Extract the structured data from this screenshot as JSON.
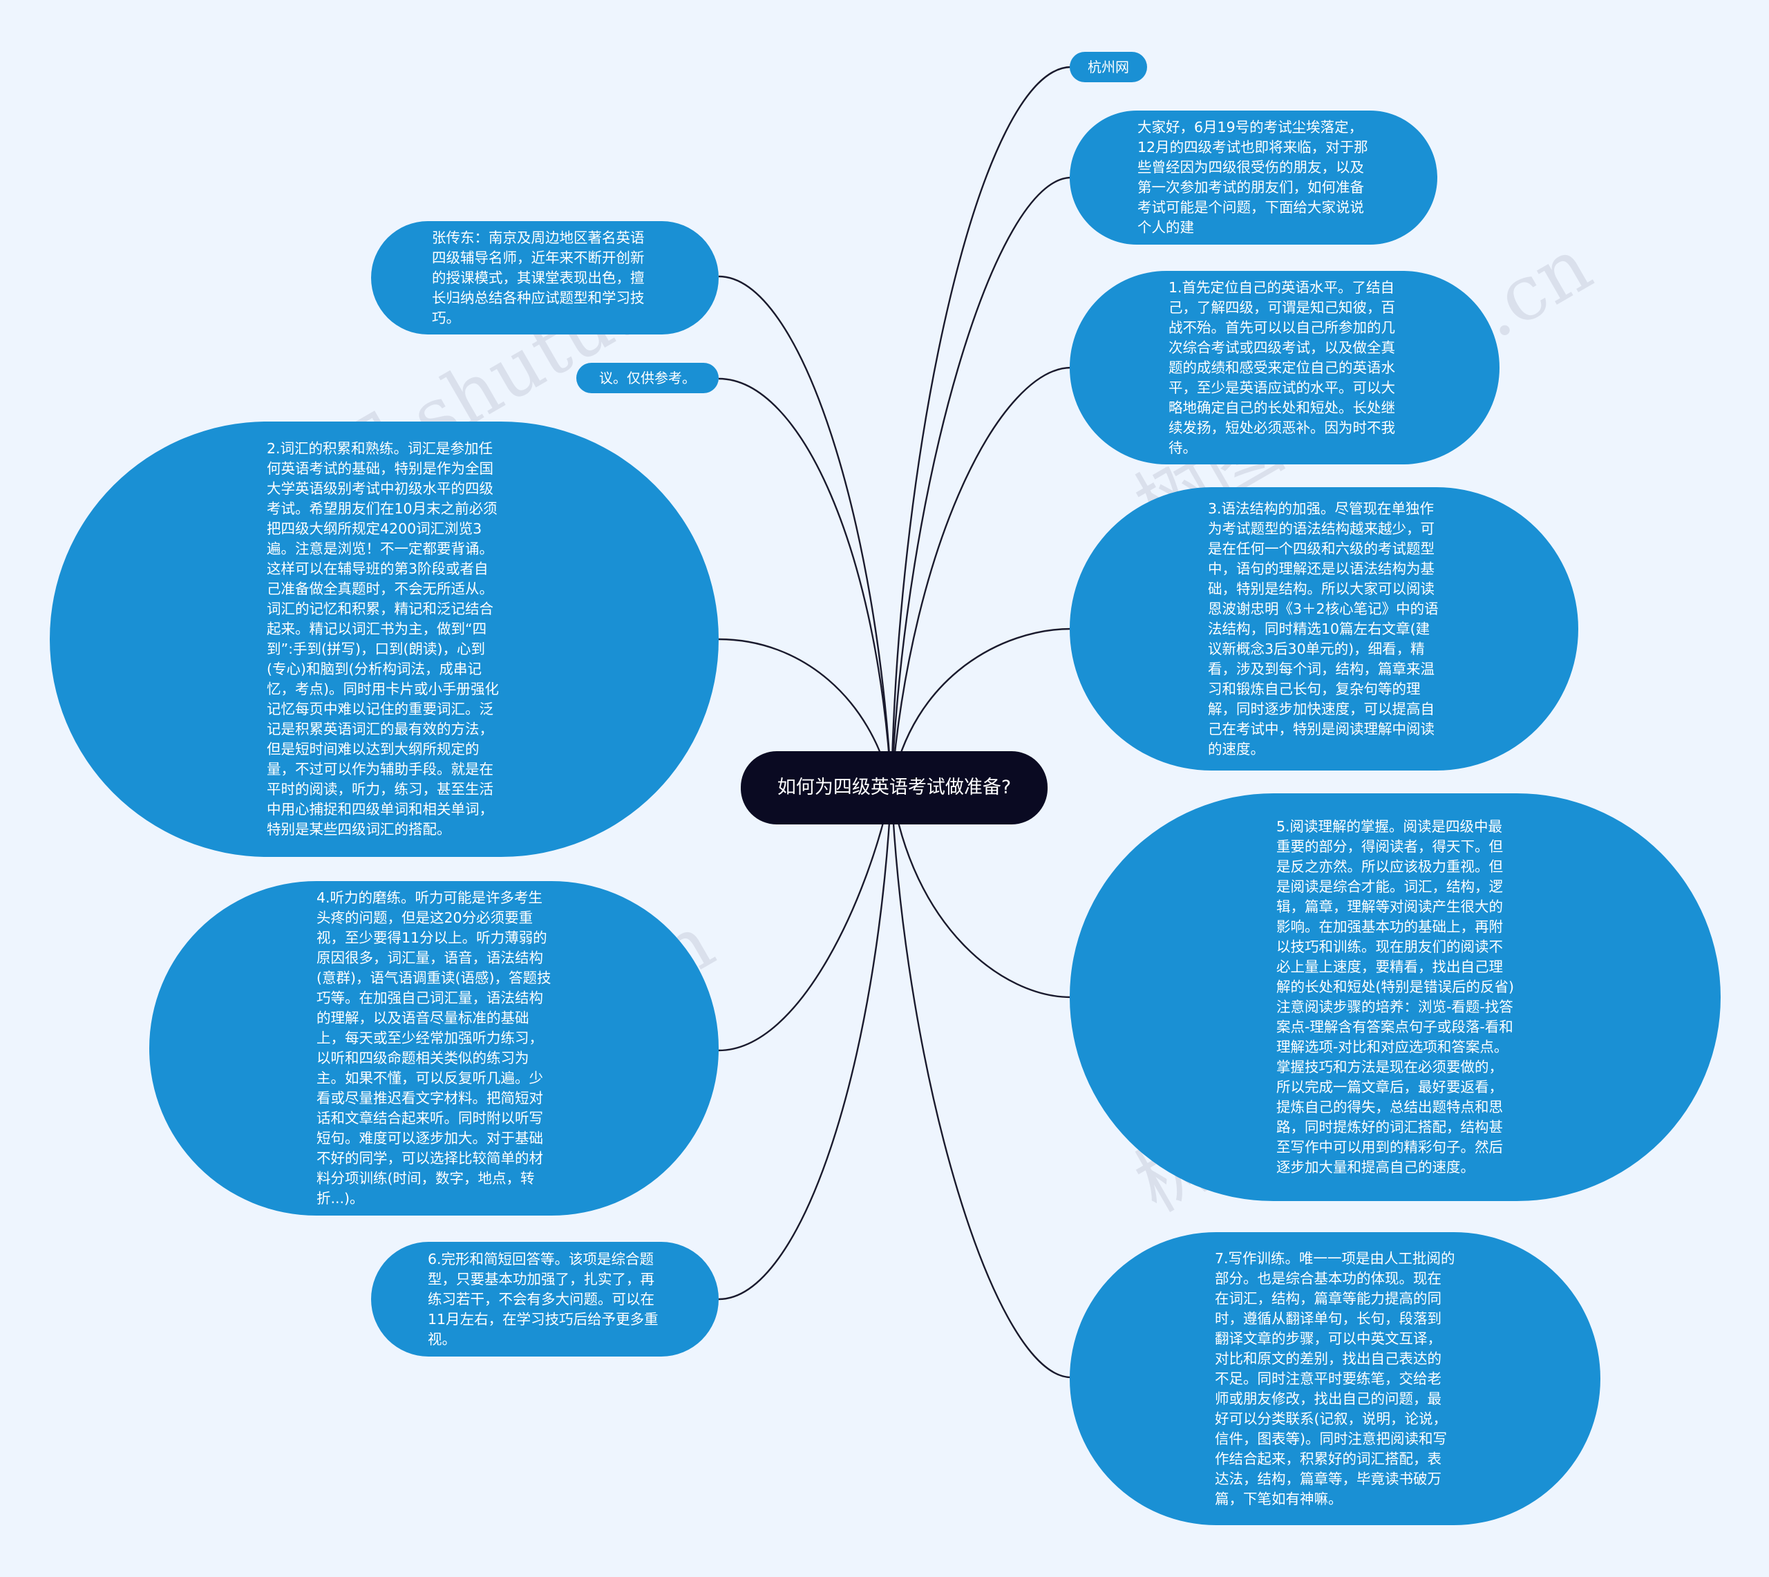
{
  "center": {
    "label": "如何为四级英语考试做准备?"
  },
  "colors": {
    "node_fill": "#1a90d4",
    "center_fill": "#0a0a22",
    "link": "#1b1b2e",
    "background": "#eef5fe"
  },
  "watermarks": [
    "树图 shutu.cn",
    "树图 shutu.cn",
    "树图 shutu.cn",
    "树图 shutu.cn"
  ],
  "right_nodes": [
    {
      "text": "杭州网"
    },
    {
      "text": "大家好，6月19号的考试尘埃落定，12月的四级考试也即将来临，对于那些曾经因为四级很受伤的朋友，以及第一次参加考试的朋友们，如何准备考试可能是个问题，下面给大家说说个人的建"
    },
    {
      "text": "1.首先定位自己的英语水平。了结自己，了解四级，可谓是知己知彼，百战不殆。首先可以以自己所参加的几次综合考试或四级考试，以及做全真题的成绩和感受来定位自己的英语水平，至少是英语应试的水平。可以大略地确定自己的长处和短处。长处继续发扬，短处必须恶补。因为时不我待。"
    },
    {
      "text": "3.语法结构的加强。尽管现在单独作为考试题型的语法结构越来越少，可是在任何一个四级和六级的考试题型中，语句的理解还是以语法结构为基础，特别是结构。所以大家可以阅读恩波谢忠明《3＋2核心笔记》中的语法结构，同时精选10篇左右文章(建议新概念3后30单元的)，细看，精看，涉及到每个词，结构，篇章来温习和锻炼自己长句，复杂句等的理解，同时逐步加快速度，可以提高自己在考试中，特别是阅读理解中阅读的速度。"
    },
    {
      "text": "5.阅读理解的掌握。阅读是四级中最重要的部分，得阅读者，得天下。但是反之亦然。所以应该极力重视。但是阅读是综合才能。词汇，结构，逻辑，篇章，理解等对阅读产生很大的影响。在加强基本功的基础上，再附以技巧和训练。现在朋友们的阅读不必上量上速度，要精看，找出自己理解的长处和短处(特别是错误后的反省)注意阅读步骤的培养：浏览-看题-找答案点-理解含有答案点句子或段落-看和理解选项-对比和对应选项和答案点。掌握技巧和方法是现在必须要做的，所以完成一篇文章后，最好要返看，提炼自己的得失，总结出题特点和思路，同时提炼好的词汇搭配，结构甚至写作中可以用到的精彩句子。然后逐步加大量和提高自己的速度。"
    },
    {
      "text": "7.写作训练。唯一一项是由人工批阅的部分。也是综合基本功的体现。现在在词汇，结构，篇章等能力提高的同时，遵循从翻译单句，长句，段落到翻译文章的步骤，可以中英文互译，对比和原文的差别，找出自己表达的不足。同时注意平时要练笔，交给老师或朋友修改，找出自己的问题，最好可以分类联系(记叙，说明，论说，信件，图表等)。同时注意把阅读和写作结合起来，积累好的词汇搭配，表达法，结构，篇章等，毕竟读书破万篇，下笔如有神嘛。"
    }
  ],
  "left_nodes": [
    {
      "text": "张传东：南京及周边地区著名英语四级辅导名师，近年来不断开创新的授课模式，其课堂表现出色，擅长归纳总结各种应试题型和学习技巧。"
    },
    {
      "text": "议。仅供参考。"
    },
    {
      "text": "2.词汇的积累和熟练。词汇是参加任何英语考试的基础，特别是作为全国大学英语级别考试中初级水平的四级考试。希望朋友们在10月末之前必须把四级大纲所规定4200词汇浏览3遍。注意是浏览！不一定都要背诵。这样可以在辅导班的第3阶段或者自己准备做全真题时，不会无所适从。词汇的记忆和积累，精记和泛记结合起来。精记以词汇书为主，做到“四到”:手到(拼写)，口到(朗读)，心到(专心)和脑到(分析构词法，成串记忆，考点)。同时用卡片或小手册强化记忆每页中难以记住的重要词汇。泛记是积累英语词汇的最有效的方法，但是短时间难以达到大纲所规定的量，不过可以作为辅助手段。就是在平时的阅读，听力，练习，甚至生活中用心捕捉和四级单词和相关单词，特别是某些四级词汇的搭配。"
    },
    {
      "text": "4.听力的磨练。听力可能是许多考生头疼的问题，但是这20分必须要重视，至少要得11分以上。听力薄弱的原因很多，词汇量，语音，语法结构(意群)，语气语调重读(语感)，答题技巧等。在加强自己词汇量，语法结构的理解，以及语音尽量标准的基础上，每天或至少经常加强听力练习，以听和四级命题相关类似的练习为主。如果不懂，可以反复听几遍。少看或尽量推迟看文字材料。把简短对话和文章结合起来听。同时附以听写短句。难度可以逐步加大。对于基础不好的同学，可以选择比较简单的材料分项训练(时间，数字，地点，转折...)。"
    },
    {
      "text": "6.完形和简短回答等。该项是综合题型，只要基本功加强了，扎实了，再练习若干，不会有多大问题。可以在11月左右，在学习技巧后给予更多重视。"
    }
  ]
}
